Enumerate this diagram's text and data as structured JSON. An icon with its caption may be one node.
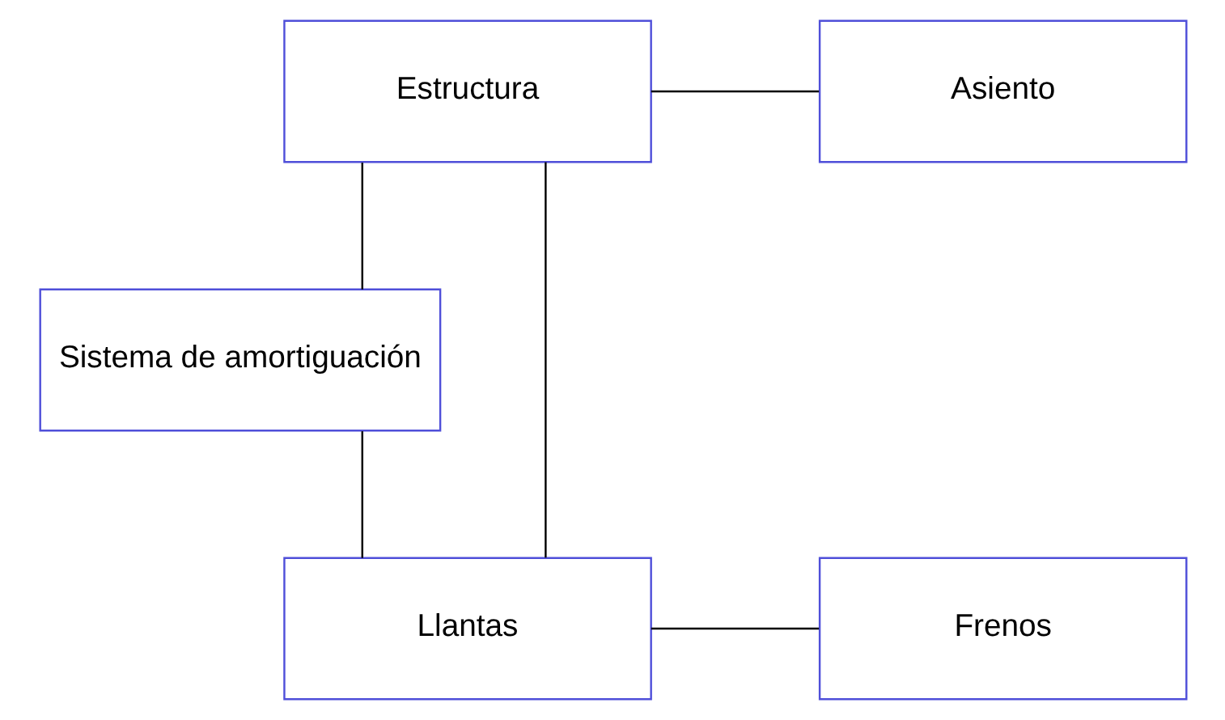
{
  "diagram": {
    "nodes": [
      {
        "text": [
          "Estructura"
        ]
      },
      {
        "text": [
          "Asiento"
        ]
      },
      {
        "text": [
          "Sistema de amortiguación"
        ]
      },
      {
        "text": [
          "Llantas"
        ]
      },
      {
        "text": [
          "Frenos"
        ]
      }
    ],
    "edges": [
      {
        "from": 0,
        "to": 1,
        "arrow": "none"
      },
      {
        "from": 0,
        "to": 2,
        "arrow": "none"
      },
      {
        "from": 0,
        "to": 3,
        "arrow": "none"
      },
      {
        "from": 2,
        "to": 3,
        "arrow": "none"
      },
      {
        "from": 3,
        "to": 4,
        "arrow": "none"
      }
    ]
  }
}
